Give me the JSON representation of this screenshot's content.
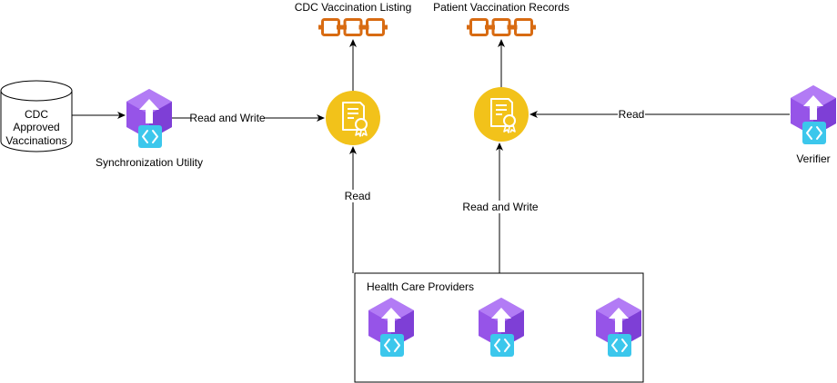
{
  "database": {
    "label_line1": "CDC",
    "label_line2": "Approved",
    "label_line3": "Vaccinations"
  },
  "sync_utility": {
    "label": "Synchronization Utility"
  },
  "verifier": {
    "label": "Verifier"
  },
  "cdc_listing": {
    "label": "CDC Vaccination Listing"
  },
  "patient_records": {
    "label": "Patient Vaccination Records"
  },
  "providers": {
    "label": "Health Care Providers"
  },
  "edges": {
    "sync_to_contract": "Read and Write",
    "providers_to_cdc_contract": "Read",
    "providers_to_patient_contract": "Read and Write",
    "verifier_to_patient_contract": "Read"
  },
  "colors": {
    "contract": "#F2C21A",
    "contract_stroke": "#ffffff",
    "hex_dark": "#7E3FD6",
    "hex_mid": "#9654E8",
    "hex_light": "#B27BF5",
    "badge": "#3CC7EC",
    "chain": "#D86B12"
  }
}
